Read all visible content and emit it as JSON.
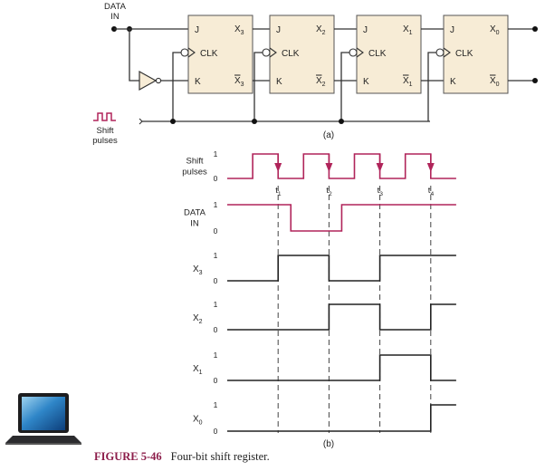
{
  "figure": {
    "number_label": "FIGURE 5-46",
    "title": "Four-bit shift register.",
    "accent_color": "#b0245a",
    "box_color": "#f7ecd6"
  },
  "circuit": {
    "part_label": "(a)",
    "data_in_label": [
      "DATA",
      "IN"
    ],
    "shift_label": [
      "Shift",
      "pulses"
    ],
    "flipflops": [
      {
        "j": "J",
        "k": "K",
        "clk": "CLK",
        "q": "X",
        "q_sub": "3",
        "qbar": "X",
        "qbar_sub": "3"
      },
      {
        "j": "J",
        "k": "K",
        "clk": "CLK",
        "q": "X",
        "q_sub": "2",
        "qbar": "X",
        "qbar_sub": "2"
      },
      {
        "j": "J",
        "k": "K",
        "clk": "CLK",
        "q": "X",
        "q_sub": "1",
        "qbar": "X",
        "qbar_sub": "1"
      },
      {
        "j": "J",
        "k": "K",
        "clk": "CLK",
        "q": "X",
        "q_sub": "0",
        "qbar": "X",
        "qbar_sub": "0"
      }
    ]
  },
  "chart_data": {
    "type": "line",
    "title": "(b)",
    "time_markers": [
      {
        "label": "t",
        "sub": "1"
      },
      {
        "label": "t",
        "sub": "2"
      },
      {
        "label": "t",
        "sub": "3"
      },
      {
        "label": "t",
        "sub": "4"
      }
    ],
    "level_labels": [
      "0",
      "1"
    ],
    "series": [
      {
        "name": "Shift pulses",
        "label_lines": [
          "Shift",
          "pulses"
        ],
        "color": "#b0245a",
        "transitions": [
          [
            0,
            0
          ],
          [
            0.5,
            1
          ],
          [
            1,
            0
          ],
          [
            1.5,
            1
          ],
          [
            2,
            0
          ],
          [
            2.5,
            1
          ],
          [
            3,
            0
          ],
          [
            3.5,
            1
          ],
          [
            4,
            0
          ],
          [
            4.5,
            0
          ]
        ]
      },
      {
        "name": "DATA IN",
        "label_lines": [
          "DATA",
          "IN"
        ],
        "color": "#b0245a",
        "transitions": [
          [
            0,
            1
          ],
          [
            1.25,
            0
          ],
          [
            2.25,
            1
          ],
          [
            4.5,
            1
          ]
        ]
      },
      {
        "name": "X3",
        "label": "X",
        "sub": "3",
        "color": "#222222",
        "transitions": [
          [
            0,
            0
          ],
          [
            1,
            1
          ],
          [
            2,
            0
          ],
          [
            3,
            1
          ],
          [
            4.5,
            1
          ]
        ]
      },
      {
        "name": "X2",
        "label": "X",
        "sub": "2",
        "color": "#222222",
        "transitions": [
          [
            0,
            0
          ],
          [
            2,
            1
          ],
          [
            3,
            0
          ],
          [
            4,
            1
          ],
          [
            4.5,
            1
          ]
        ]
      },
      {
        "name": "X1",
        "label": "X",
        "sub": "1",
        "color": "#222222",
        "transitions": [
          [
            0,
            0
          ],
          [
            3,
            1
          ],
          [
            4,
            0
          ],
          [
            4.5,
            0
          ]
        ]
      },
      {
        "name": "X0",
        "label": "X",
        "sub": "0",
        "color": "#222222",
        "transitions": [
          [
            0,
            0
          ],
          [
            4,
            1
          ],
          [
            4.5,
            1
          ]
        ]
      }
    ],
    "xlabel": "",
    "ylabel": ""
  },
  "decor": {
    "laptop_icon": "laptop-icon"
  }
}
